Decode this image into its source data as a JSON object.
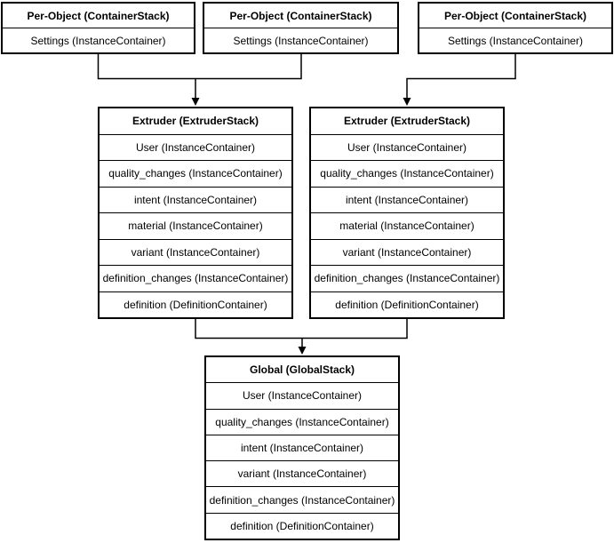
{
  "diagram": {
    "colors": {
      "background": "#ffffff",
      "node_fill": "#ffffff",
      "node_border": "#000000",
      "line": "#000000",
      "text": "#000000"
    },
    "nodes": {
      "per_object_1": {
        "title": "Per-Object (ContainerStack)",
        "rows": [
          "Settings (InstanceContainer)"
        ]
      },
      "per_object_2": {
        "title": "Per-Object (ContainerStack)",
        "rows": [
          "Settings (InstanceContainer)"
        ]
      },
      "per_object_3": {
        "title": "Per-Object (ContainerStack)",
        "rows": [
          "Settings (InstanceContainer)"
        ]
      },
      "extruder_1": {
        "title": "Extruder (ExtruderStack)",
        "rows": [
          "User (InstanceContainer)",
          "quality_changes (InstanceContainer)",
          "intent (InstanceContainer)",
          "material (InstanceContainer)",
          "variant (InstanceContainer)",
          "definition_changes (InstanceContainer)",
          "definition (DefinitionContainer)"
        ]
      },
      "extruder_2": {
        "title": "Extruder (ExtruderStack)",
        "rows": [
          "User (InstanceContainer)",
          "quality_changes (InstanceContainer)",
          "intent (InstanceContainer)",
          "material (InstanceContainer)",
          "variant (InstanceContainer)",
          "definition_changes (InstanceContainer)",
          "definition (DefinitionContainer)"
        ]
      },
      "global": {
        "title": "Global (GlobalStack)",
        "rows": [
          "User (InstanceContainer)",
          "quality_changes (InstanceContainer)",
          "intent (InstanceContainer)",
          "variant (InstanceContainer)",
          "definition_changes (InstanceContainer)",
          "definition (DefinitionContainer)"
        ]
      }
    },
    "edges": [
      {
        "from": "per_object_1",
        "to": "extruder_1"
      },
      {
        "from": "per_object_2",
        "to": "extruder_1"
      },
      {
        "from": "per_object_3",
        "to": "extruder_2"
      },
      {
        "from": "extruder_1",
        "to": "global"
      },
      {
        "from": "extruder_2",
        "to": "global"
      }
    ]
  }
}
